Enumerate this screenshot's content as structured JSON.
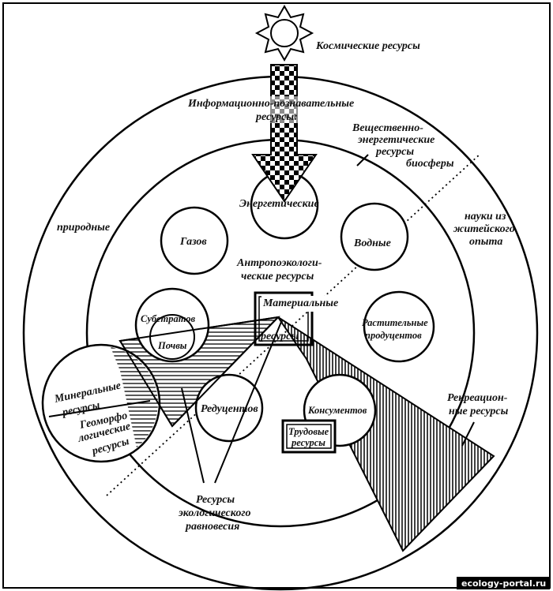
{
  "labels": {
    "cosmic": "Космические ресурсы",
    "info_line1": "Информационно-познавательные",
    "info_line2": "ресурсы:",
    "matter_energy_line1": "Вещественно-",
    "matter_energy_line2": "энергетические",
    "matter_energy_line3": "ресурсы",
    "matter_energy_line4": "биосферы",
    "natural": "природные",
    "science_line1": "науки из",
    "science_line2": "житейского",
    "science_line3": "опыта",
    "energy": "Энергетические",
    "gases": "Газов",
    "water": "Водные",
    "anthropo_line1": "Антропоэкологи-",
    "anthropo_line2": "ческие ресурсы",
    "material_line1": "Материальные",
    "material_line2": "ресурсы",
    "substrates": "Субстратов",
    "soils": "Почвы",
    "plant_line1": "Растительные",
    "plant_line2": "продуцентов",
    "mineral_line1": "Минеральные",
    "mineral_line2": "ресурсы",
    "geomorph_line1": "Геоморфо",
    "geomorph_line2": "логические",
    "geomorph_line3": "ресурсы",
    "reducers": "Редуцентов",
    "consumers": "Консументов",
    "labor_line1": "Трудовые",
    "labor_line2": "ресурсы",
    "recreation_line1": "Рекреацион-",
    "recreation_line2": "ные ресурсы",
    "balance_line1": "Ресурсы",
    "balance_line2": "экологического",
    "balance_line3": "равновесия"
  },
  "watermark": "ecology-portal.ru"
}
